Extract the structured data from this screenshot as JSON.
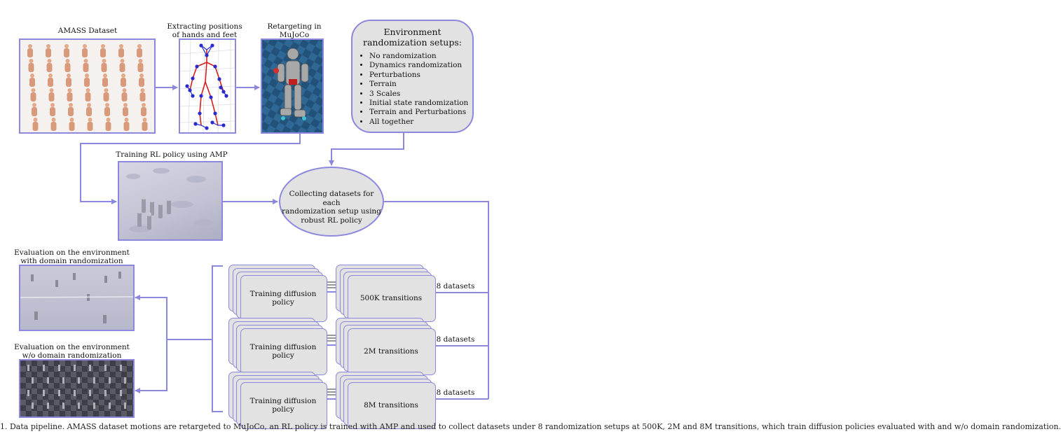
{
  "labels": {
    "amass": "AMASS Dataset",
    "extracting": [
      "Extracting positions",
      "of hands and feet"
    ],
    "retargeting": [
      "Retargeting in",
      "MuJoCo"
    ],
    "training_rl": "Training RL policy using AMP",
    "eval_with": [
      "Evaluation on the environment",
      "with domain randomization"
    ],
    "eval_without": [
      "Evaluation on the environment",
      "w/o domain randomization"
    ]
  },
  "env_setups": {
    "title": [
      "Environment",
      "randomization setups:"
    ],
    "items": [
      "No randomization",
      "Dynamics randomization",
      "Perturbations",
      "Terrain",
      "3 Scales",
      "Initial state randomization",
      "Terrain and Perturbations",
      "All together"
    ]
  },
  "collecting": [
    "Collecting datasets for each",
    "randomization setup using",
    "robust RL policy"
  ],
  "diffusion_label": [
    "Training diffusion",
    "policy"
  ],
  "transitions": [
    "500K transitions",
    "2M transitions",
    "8M transitions"
  ],
  "datasets_label": [
    "8 datasets",
    "8 datasets",
    "8 datasets"
  ],
  "caption": "1. Data pipeline. AMASS dataset motions are retargeted to MuJoCo, an RL policy is trained with AMP and used to collect datasets under 8 randomization setups at 500K, 2M and 8M transitions, which train diffusion policies evaluated with and w/o domain randomization.",
  "colors": {
    "accent": "#8c88dd",
    "panel": "#e2e2e2"
  }
}
